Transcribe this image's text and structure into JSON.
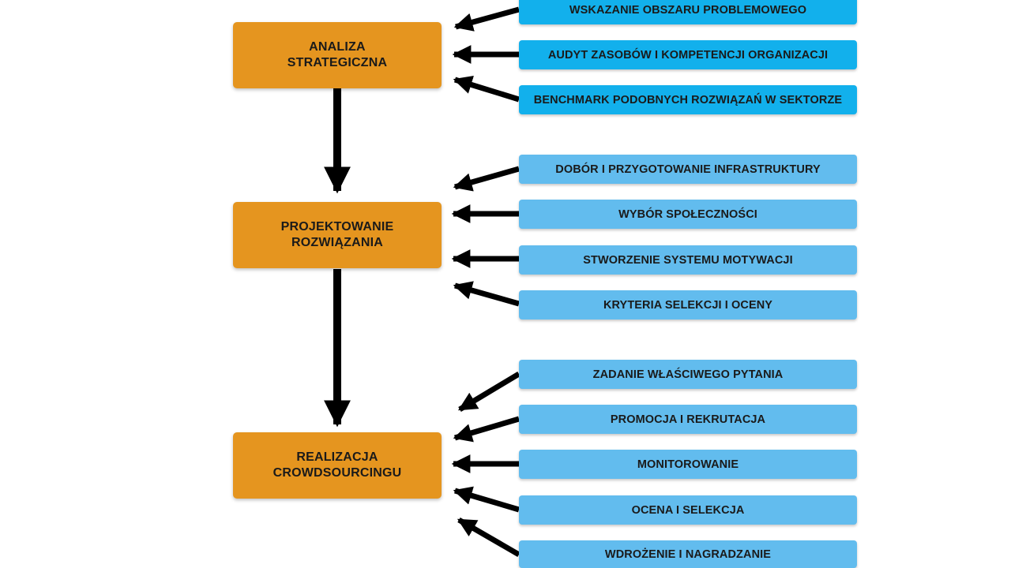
{
  "colors": {
    "stage": "#E5951F",
    "task_primary": "#12B0EC",
    "task_secondary": "#62BCEE",
    "arrow": "#000000"
  },
  "stages": [
    {
      "label": "ANALIZA\nSTRATEGICZNA",
      "tasks": [
        "WSKAZANIE OBSZARU PROBLEMOWEGO",
        "AUDYT ZASOBÓW I KOMPETENCJI ORGANIZACJI",
        "BENCHMARK PODOBNYCH ROZWIĄZAŃ W SEKTORZE"
      ]
    },
    {
      "label": "PROJEKTOWANIE\nROZWIĄZANIA",
      "tasks": [
        "DOBÓR I PRZYGOTOWANIE INFRASTRUKTURY",
        "WYBÓR SPOŁECZNOŚCI",
        "STWORZENIE SYSTEMU MOTYWACJI",
        "KRYTERIA SELEKCJI I OCENY"
      ]
    },
    {
      "label": "REALIZACJA\nCROWDSOURCINGU",
      "tasks": [
        "ZADANIE WŁAŚCIWEGO PYTANIA",
        "PROMOCJA I REKRUTACJA",
        "MONITOROWANIE",
        "OCENA I SELEKCJA",
        "WDROŻENIE I NAGRADZANIE"
      ]
    }
  ]
}
